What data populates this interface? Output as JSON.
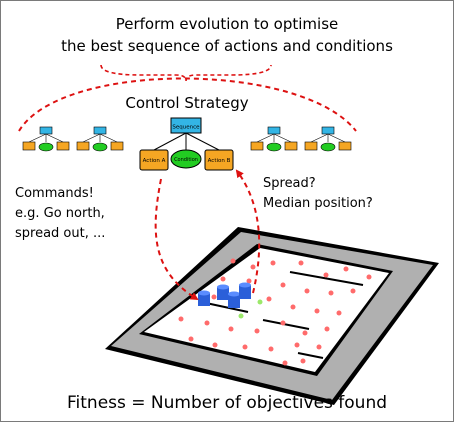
{
  "header": {
    "line1": "Perform evolution to optimise",
    "line2": "the best sequence of actions and conditions"
  },
  "strategy": {
    "label": "Control Strategy",
    "root": "Sequence",
    "left": "Action A",
    "mid": "Condition",
    "right": "Action B"
  },
  "commands": [
    "Commands!",
    "e.g. Go north,",
    "spread out, ..."
  ],
  "observations": [
    "Spread?",
    "Median position?"
  ],
  "footer": "Fitness = Number of objectives found",
  "colors": {
    "tree_root": "#33b5e5",
    "tree_action": "#f5a623",
    "tree_condition": "#22cc22",
    "arrow": "#dd1111",
    "robot": "#2b5fd9",
    "objective": "#ff6b6b",
    "arena_border": "#b0b0b0"
  }
}
